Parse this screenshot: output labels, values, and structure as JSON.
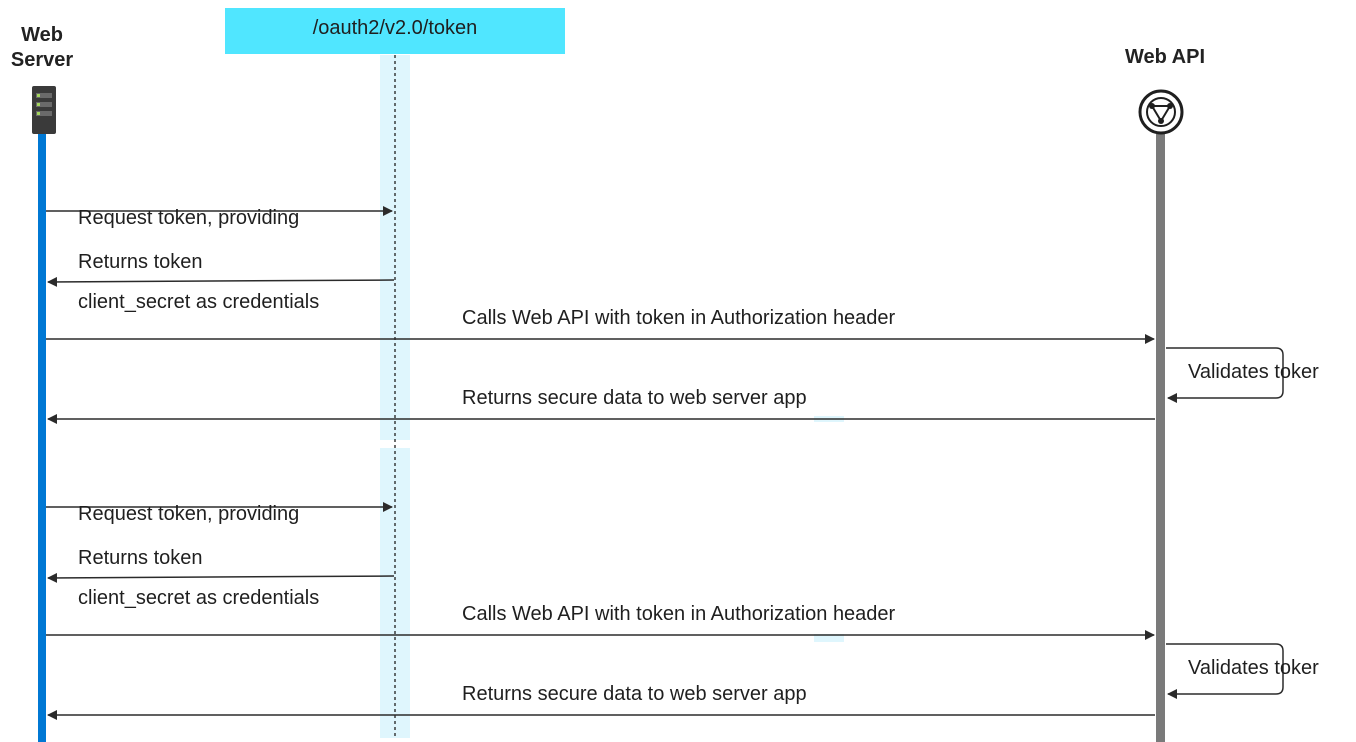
{
  "actors": {
    "web_server": {
      "line1": "Web",
      "line2": "Server"
    },
    "endpoint": {
      "label": "/oauth2/v2.0/token"
    },
    "web_api": {
      "label": "Web API"
    }
  },
  "flows": [
    {
      "request_token": {
        "line1": "Request token, providing",
        "line2": "client_secret as credentials"
      },
      "returns_token": "Returns token",
      "calls_api": "Calls Web API with token in Authorization header",
      "validates": "Validates toker",
      "returns_data": "Returns secure data to web server app"
    },
    {
      "request_token": {
        "line1": "Request token, providing",
        "line2": "client_secret as credentials"
      },
      "returns_token": "Returns token",
      "calls_api": "Calls Web API with token in Authorization header",
      "validates": "Validates toker",
      "returns_data": "Returns secure data to web server app"
    }
  ],
  "colors": {
    "web_server_lifeline": "#0078d4",
    "endpoint_header": "#50e6ff",
    "endpoint_activation": "#dff6fd",
    "web_api_lifeline": "#7a7a7a",
    "arrow": "#2b2b2b"
  },
  "icons": {
    "web_server": "server-icon",
    "web_api": "globe-api-icon"
  }
}
